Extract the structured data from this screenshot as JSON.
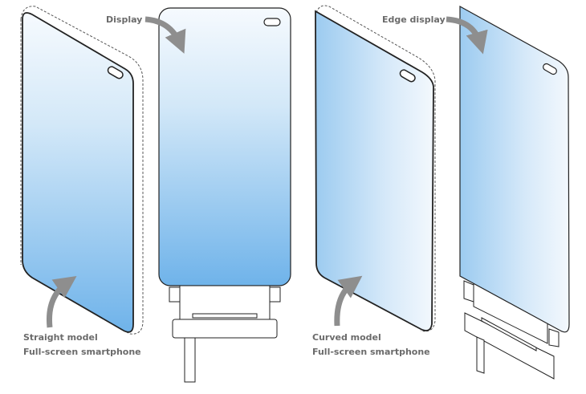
{
  "labels": {
    "display": "Display",
    "edge_display": "Edge display",
    "straight_model": "Straight model",
    "straight_subtitle": "Full-screen smartphone",
    "curved_model": "Curved model",
    "curved_subtitle": "Full-screen smartphone"
  },
  "colors": {
    "screen_blue": "#6fb3ea",
    "screen_light": "#f4f9fe",
    "outline": "#2a2a2a",
    "arrow": "#8e8e8e",
    "label": "#6b6b6b"
  }
}
